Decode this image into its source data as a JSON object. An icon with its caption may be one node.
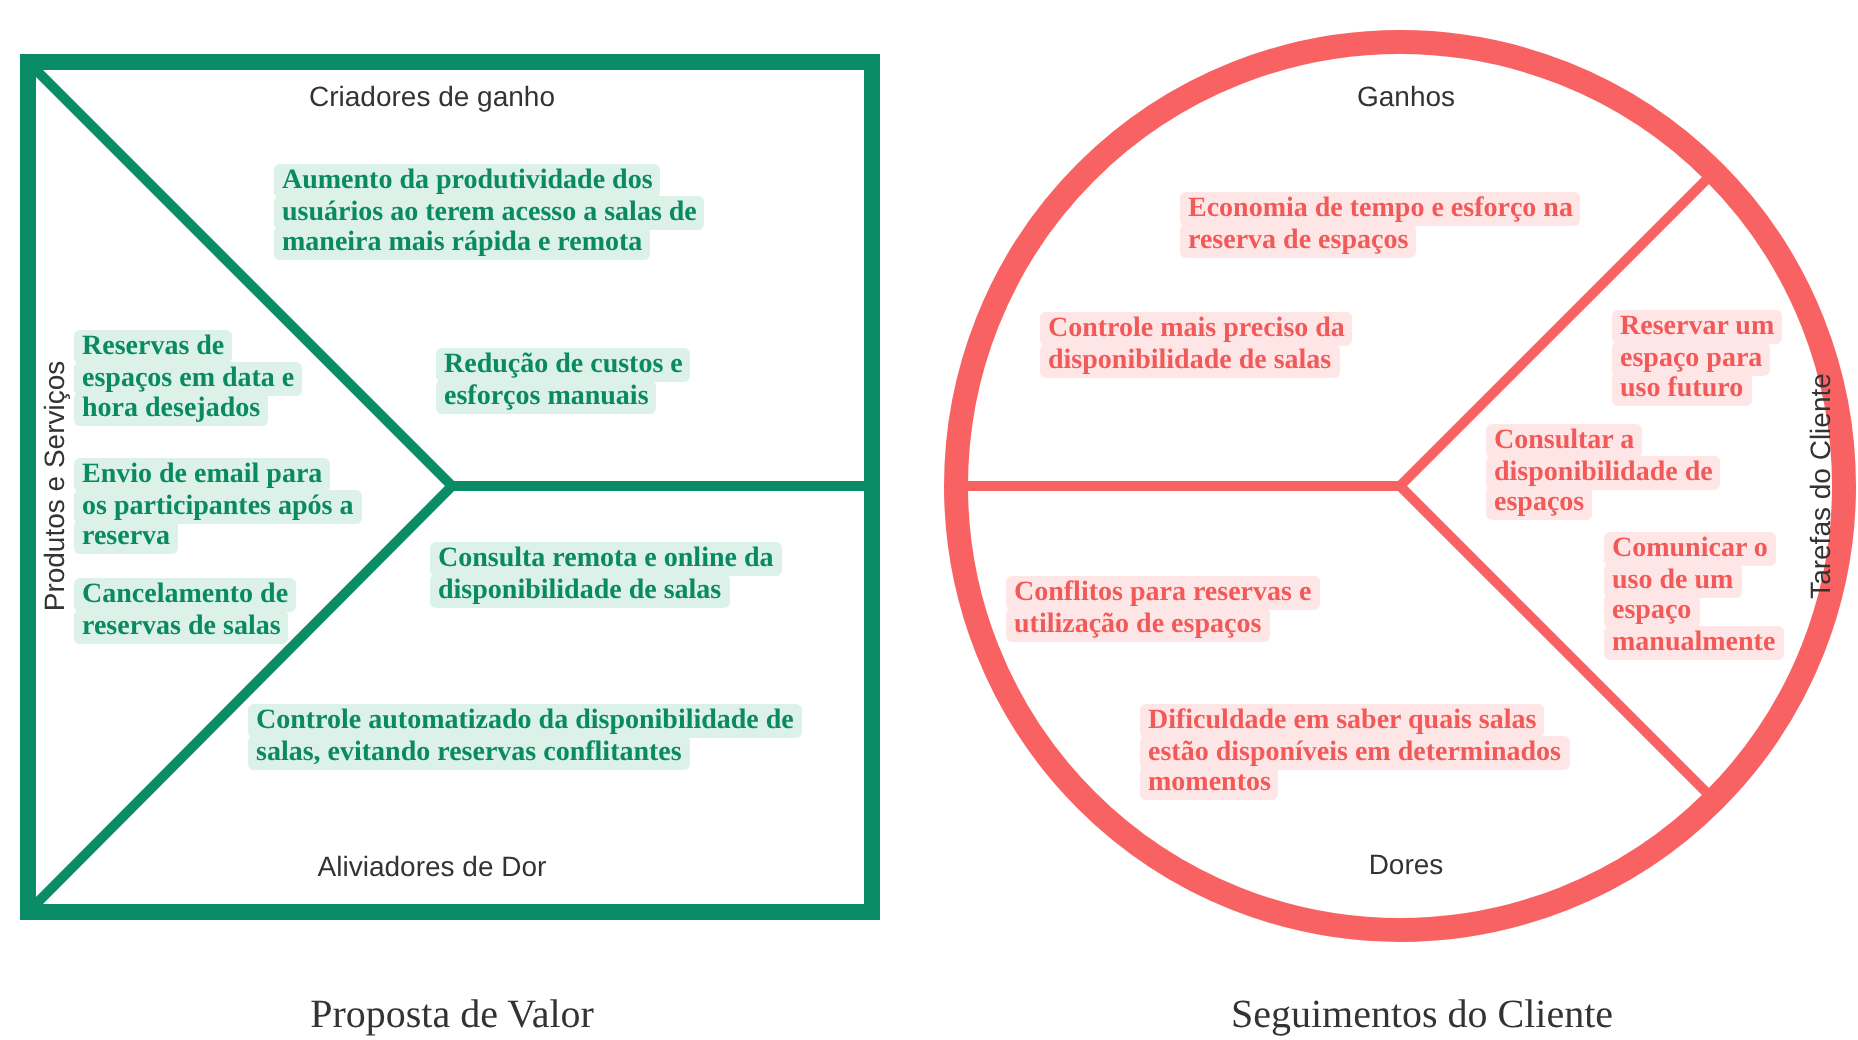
{
  "diagram": {
    "nodes": [
      {
        "text": [],
        "shape": "box"
      },
      {
        "text": [
          "Aumento da produtividade dos usuários ao terem acesso a salas de maneira mais rápida e remota"
        ],
        "in": 0
      },
      {
        "text": [
          "Redução de custos e esforços manuais"
        ],
        "in": 0
      },
      {
        "text": [
          "Reservas de espaços em data e hora desejados"
        ],
        "in": 0
      },
      {
        "text": [
          "Envio de email para os participantes após a reserva"
        ],
        "in": 0
      },
      {
        "text": [
          "Cancelamento de reservas de salas"
        ],
        "in": 0
      },
      {
        "text": [
          "Consulta remota e online da disponibilidade de salas"
        ],
        "in": 0
      },
      {
        "text": [
          "Controle automatizado da disponibilidade de salas, evitando reservas conflitantes"
        ],
        "in": 0
      },
      {
        "text": [],
        "shape": "circle"
      },
      {
        "text": [
          "Economia de tempo e esforço na reserva de espaços"
        ],
        "in": 8
      },
      {
        "text": [
          "Controle mais preciso da disponibilidade de salas"
        ],
        "in": 8
      },
      {
        "text": [
          "Reservar um espaço para uso futuro"
        ],
        "in": 8
      },
      {
        "text": [
          "Consultar a disponibilidade de espaços"
        ],
        "in": 8
      },
      {
        "text": [
          "Comunicar o uso de um espaço manualmente"
        ],
        "in": 8
      },
      {
        "text": [
          "Conflitos para reservas e utilização de espaços"
        ],
        "in": 8
      },
      {
        "text": [
          "Dificuldade em saber quais salas estão disponíveis em determinados momentos"
        ],
        "in": 8
      }
    ],
    "labels": [
      "Criadores de ganho",
      "Produtos e Serviços",
      "Aliviadores de Dor",
      "Proposta de Valor",
      "Ganhos",
      "Tarefas do Cliente",
      "Dores",
      "Seguimentos do Cliente"
    ]
  }
}
